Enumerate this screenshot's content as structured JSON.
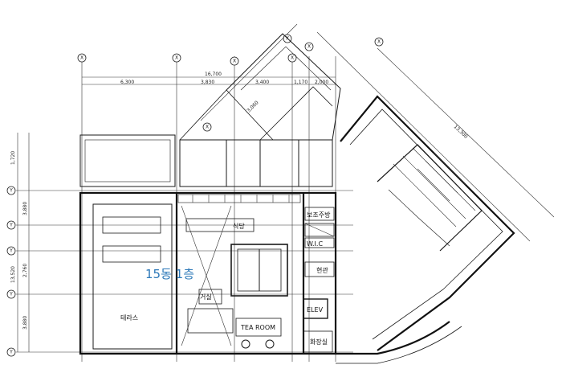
{
  "title": "15동  1층",
  "rooms": {
    "dining": "식당",
    "living": "거실",
    "terrace": "테라스",
    "tea_room": "TEA ROOM",
    "storage": "보조주방",
    "wic": "W.I.C",
    "entrance": "현관",
    "elevator": "ELEV",
    "wc": "화장실"
  },
  "dimensions": {
    "total_top": "16,700",
    "top_1": "6,300",
    "top_2": "3,830",
    "top_3": "3,400",
    "top_4": "1,170",
    "top_5": "2,000",
    "diag_1": "3,060",
    "diag_2": "13,300",
    "left_1": "1,720",
    "left_2": "3,880",
    "left_3": "2,760",
    "left_4": "3,880",
    "left_total": "13,520"
  },
  "grid_marks": [
    "X",
    "X",
    "X",
    "X",
    "X",
    "X",
    "X",
    "X",
    "Y",
    "Y",
    "Y",
    "Y",
    "Y"
  ]
}
